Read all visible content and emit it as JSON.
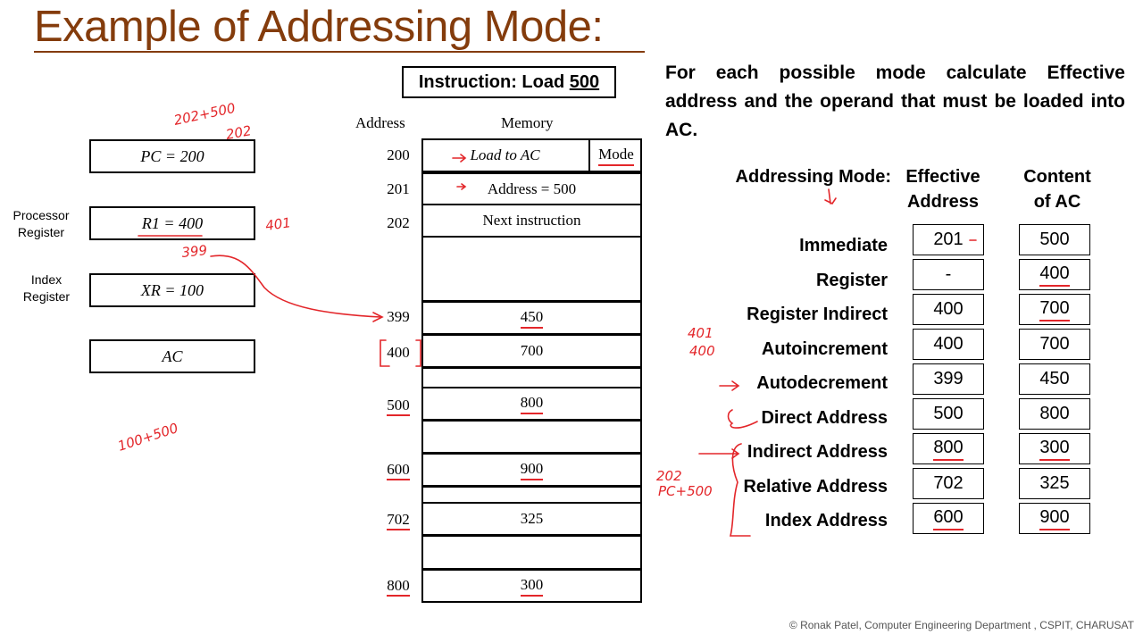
{
  "title": "Example of Addressing Mode:",
  "instruction": {
    "prefix": "Instruction: Load",
    "value": "500"
  },
  "registers": [
    {
      "text": "PC = 200"
    },
    {
      "text": "R1 = 400"
    },
    {
      "text": "XR = 100"
    },
    {
      "text": "AC"
    }
  ],
  "register_labels": {
    "processor": "Processor\nRegister",
    "index": "Index\nRegister"
  },
  "memory": {
    "address_header": "Address",
    "memory_header": "Memory",
    "addresses": [
      "200",
      "201",
      "202",
      "399",
      "400",
      "500",
      "600",
      "702",
      "800"
    ],
    "cells": {
      "c200": "Load to AC",
      "c200_mode": "Mode",
      "c201": "Address = 500",
      "c202": "Next instruction",
      "c399": "450",
      "c400": "700",
      "c500": "800",
      "c600": "900",
      "c702": "325",
      "c800": "300"
    }
  },
  "description": "For each possible mode calculate Effective address and the operand that must be loaded into AC.",
  "table": {
    "headers": {
      "mode": "Addressing Mode:",
      "ea": "Effective\nAddress",
      "ac": "Content\nof AC"
    },
    "rows": [
      {
        "mode": "Immediate",
        "ea": "201",
        "ac": "500"
      },
      {
        "mode": "Register",
        "ea": "-",
        "ac": "400"
      },
      {
        "mode": "Register Indirect",
        "ea": "400",
        "ac": "700"
      },
      {
        "mode": "Autoincrement",
        "ea": "400",
        "ac": "700"
      },
      {
        "mode": "Autodecrement",
        "ea": "399",
        "ac": "450"
      },
      {
        "mode": "Direct Address",
        "ea": "500",
        "ac": "800"
      },
      {
        "mode": "Indirect Address",
        "ea": "800",
        "ac": "300"
      },
      {
        "mode": "Relative Address",
        "ea": "702",
        "ac": "325"
      },
      {
        "mode": "Index Address",
        "ea": "600",
        "ac": "900"
      }
    ]
  },
  "annotations": {
    "pc_sum": "202+500",
    "pc_result": "202",
    "r1_inc": "401",
    "r1_dec": "399",
    "index_sum": "100+500",
    "auto_401": "401",
    "auto_400": "400",
    "rel_202": "202",
    "rel_sum": "PC+500"
  },
  "footer": "© Ronak Patel, Computer Engineering Department , CSPIT, CHARUSAT",
  "colors": {
    "title": "#843c0c",
    "ink": "#e3262a"
  }
}
